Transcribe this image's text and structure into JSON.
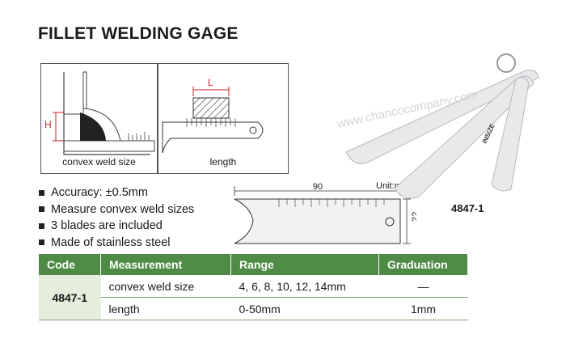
{
  "title": "FILLET WELDING GAGE",
  "diagram": {
    "left_caption": "convex weld size",
    "right_caption": "length",
    "h_label": "H",
    "l_label": "L"
  },
  "specs": [
    "Accuracy: ±0.5mm",
    "Measure convex weld sizes",
    "3 blades are included",
    "Made of stainless steel"
  ],
  "drawing": {
    "unit": "Unit:mm",
    "width_dim": "90",
    "height_dim": "22"
  },
  "model": "4847-1",
  "watermark": "www.chancocompany.com",
  "photo_brand": "INSIZE",
  "table": {
    "headers": [
      "Code",
      "Measurement",
      "Range",
      "Graduation"
    ],
    "code": "4847-1",
    "rows": [
      {
        "measurement": "convex weld size",
        "range": "4, 6, 8, 10, 12, 14mm",
        "graduation": "—"
      },
      {
        "measurement": "length",
        "range": "0-50mm",
        "graduation": "1mm"
      }
    ]
  },
  "colors": {
    "header_green": "#4f8b46",
    "code_cell": "#e5eddd",
    "h_mark_red": "#cc2222"
  }
}
